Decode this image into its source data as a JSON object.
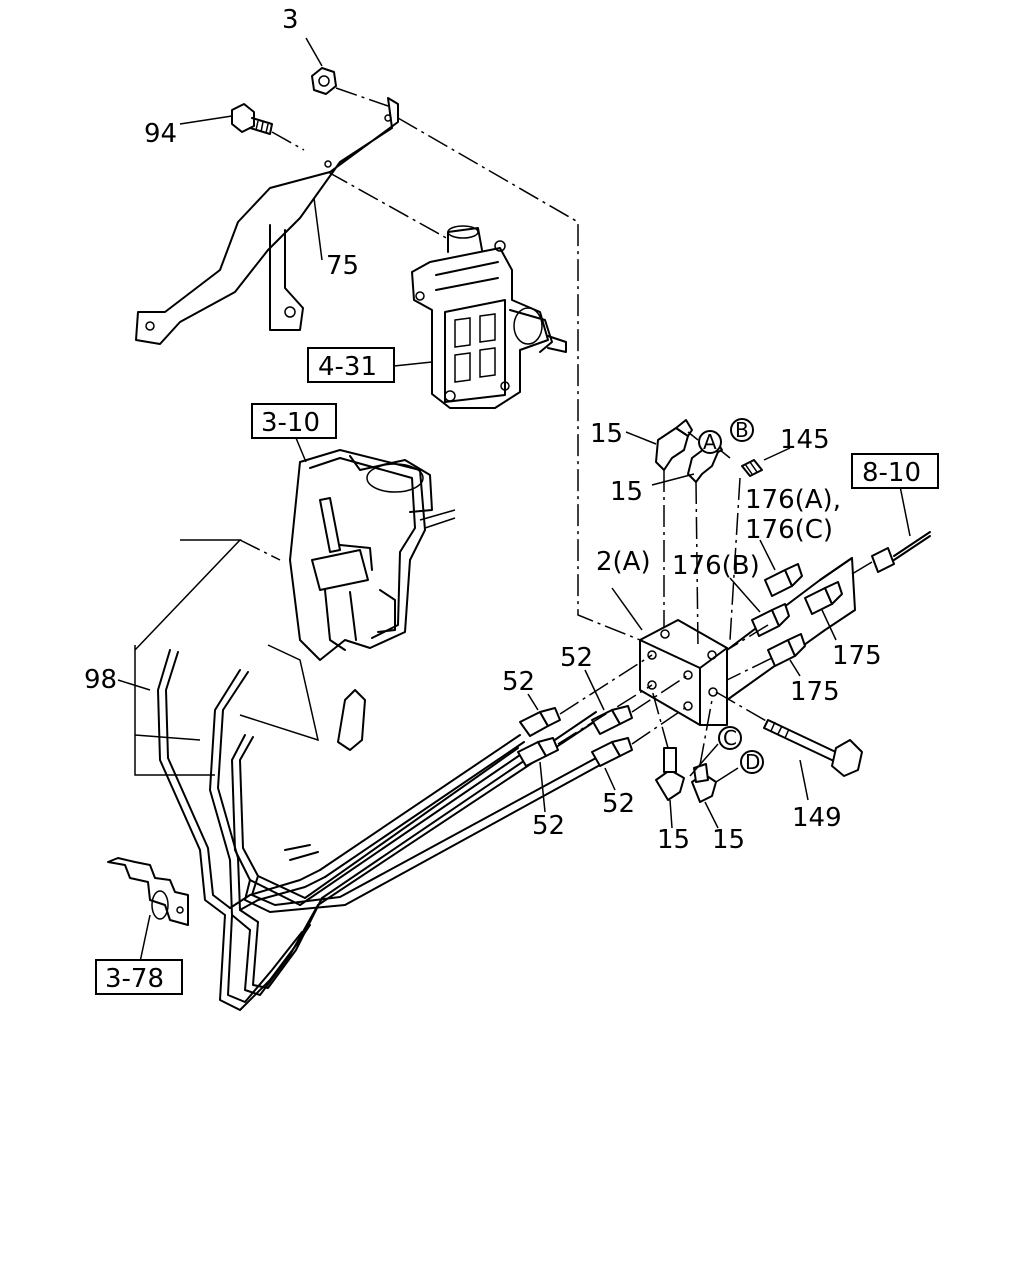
{
  "callouts": {
    "c3": "3",
    "c94": "94",
    "c75": "75",
    "c15a": "15",
    "c15b": "15",
    "c15c": "15",
    "c15d": "15",
    "c145": "145",
    "c176ac_1": "176(A),",
    "c176ac_2": "176(C)",
    "c176b": "176(B)",
    "c2a": "2(A)",
    "c98": "98",
    "c52a": "52",
    "c52b": "52",
    "c52c": "52",
    "c52d": "52",
    "c175a": "175",
    "c175b": "175",
    "c149": "149"
  },
  "refs": {
    "r431": "4-31",
    "r310": "3-10",
    "r810": "8-10",
    "r378": "3-78"
  },
  "circle_markers": {
    "mA": "A",
    "mB": "B",
    "mC": "C",
    "mD": "D"
  }
}
